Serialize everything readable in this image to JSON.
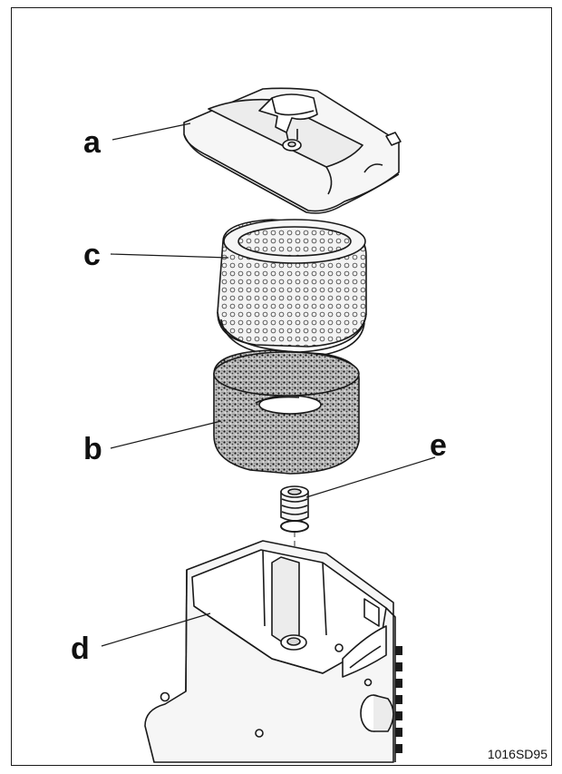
{
  "figure": {
    "code": "1016SD95",
    "labels": {
      "a": "a",
      "b": "b",
      "c": "c",
      "d": "d",
      "e": "e"
    }
  },
  "colors": {
    "line": "#1a1a1a",
    "part_fill": "#f6f6f6",
    "shade": "#d9d9d9"
  }
}
